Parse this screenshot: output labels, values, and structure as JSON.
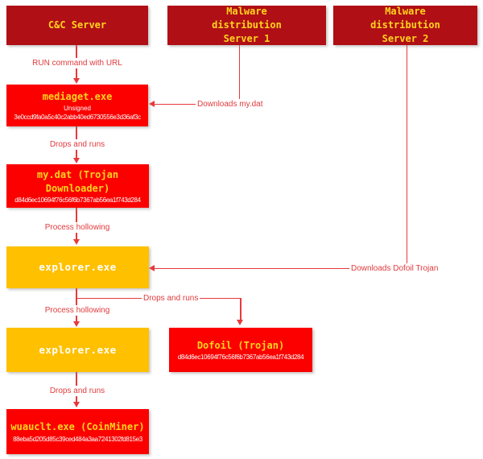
{
  "servers": {
    "cc": {
      "title": "C&C Server"
    },
    "mds1": {
      "title": "Malware distribution Server 1"
    },
    "mds2": {
      "title": "Malware distribution Server 2"
    }
  },
  "processes": {
    "mediaget": {
      "title": "mediaget.exe",
      "note": "Unsigned",
      "sha1": "3e0ccd9fa0a5c40c2abb40ed6730556e3d36af3c"
    },
    "mydat": {
      "title": "my.dat (Trojan Downloader)",
      "sha1": "d84d6ec10694f76c56f6b7367ab56ea1f743d284"
    },
    "explorer1": {
      "title": "explorer.exe"
    },
    "explorer2": {
      "title": "explorer.exe"
    },
    "dofoil": {
      "title": "Dofoil (Trojan)",
      "sha1": "d84d6ec10694f76c56f6b7367ab56ea1f743d284"
    },
    "wuauclt": {
      "title": "wuauclt.exe (CoinMiner)",
      "sha1": "88eba5d205d85c39ced484a3aa7241302fd815e3"
    }
  },
  "edges": {
    "run_command_with_url": "RUN command with URL",
    "downloads_my_dat": "Downloads my.dat",
    "drops_and_runs_mediaget": "Drops and runs",
    "process_hollowing_mydat": "Process hollowing",
    "downloads_dofoil_trojan": "Downloads Dofoil Trojan",
    "drops_and_runs_dofoil": "Drops and runs",
    "process_hollowing_explorer": "Process hollowing",
    "drops_and_runs_coinminer": "Drops and runs"
  },
  "colors": {
    "server_box": "#b00f15",
    "malware_box": "#fc0000",
    "hollowed_box": "#ffc000",
    "title_yellow": "#ffd41e",
    "hash_white": "#ffffff",
    "line_red": "#e8393b",
    "label_red": "#e03a3d",
    "background": "#ffffff"
  }
}
